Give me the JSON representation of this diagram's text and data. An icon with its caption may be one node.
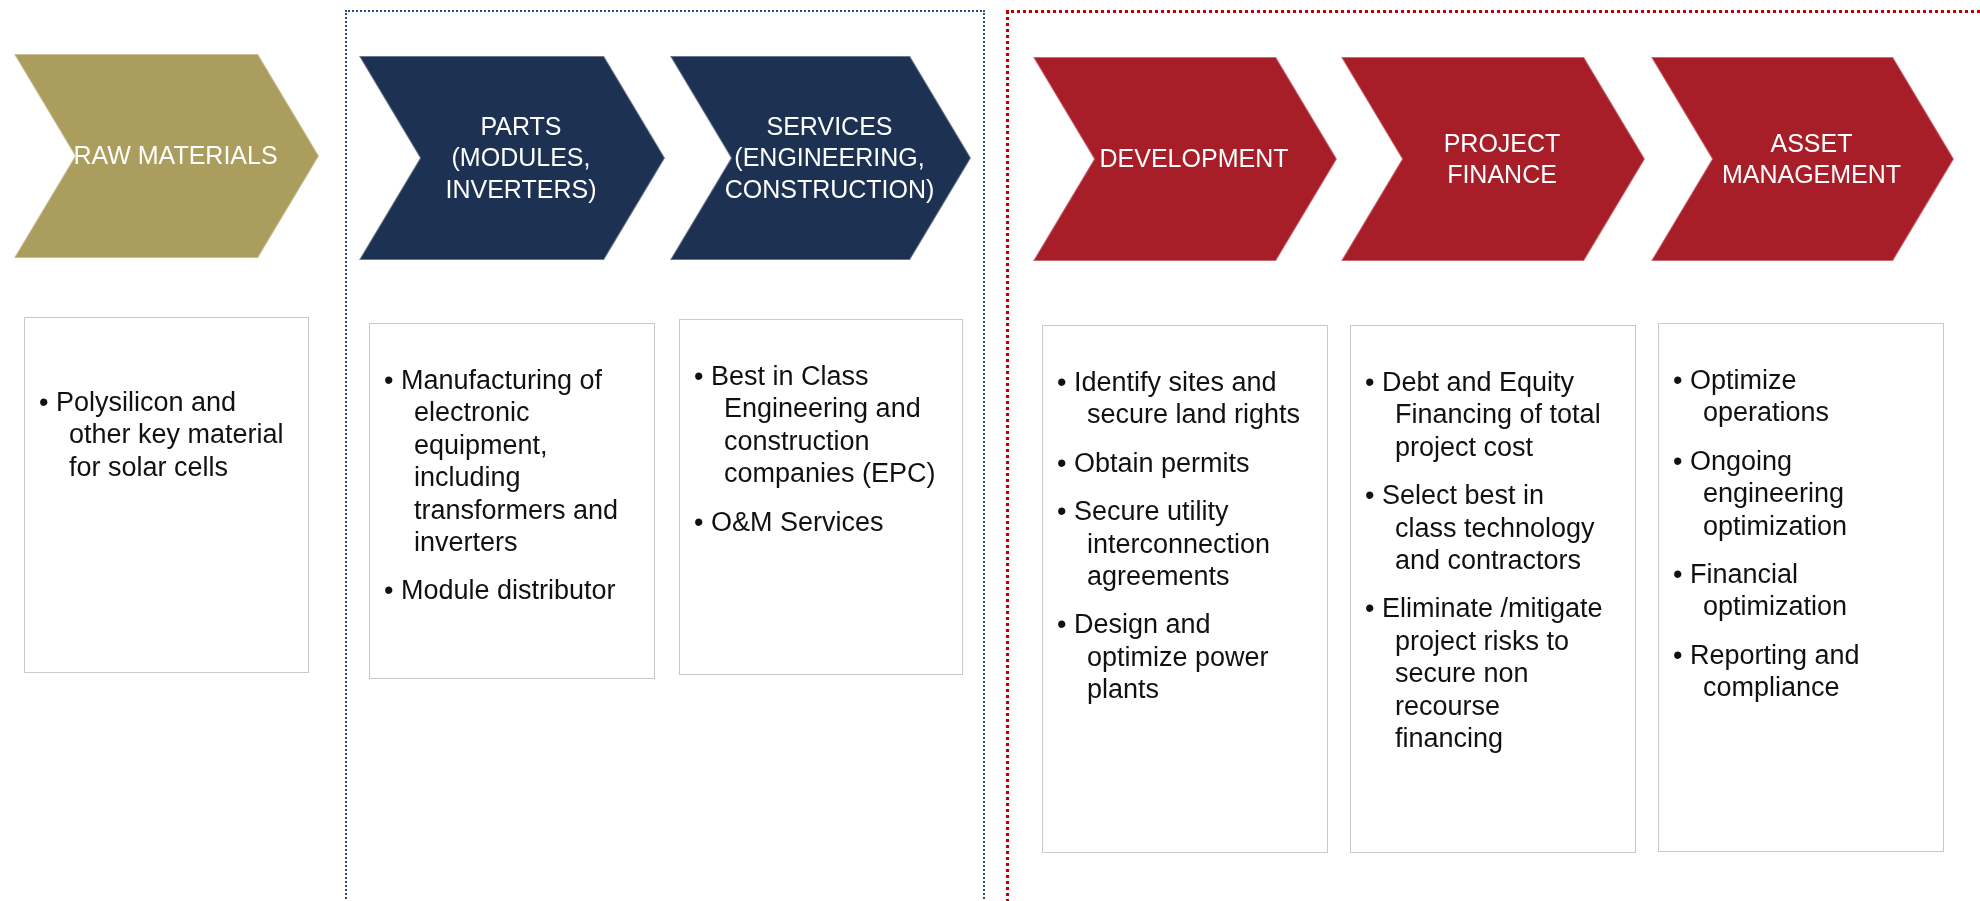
{
  "diagram": {
    "nodes": [
      {
        "text": [
          "RAW MATERIALS"
        ]
      },
      {
        "text": [
          "• Polysilicon and other key material for solar cells"
        ]
      },
      {
        "text": [],
        "shape": "box"
      },
      {
        "text": [
          "PARTS (MODULES, INVERTERS)"
        ],
        "in": 2
      },
      {
        "text": [
          "SERVICES (ENGINEERING, CONSTRUCTION)"
        ],
        "in": 2
      },
      {
        "text": [
          "• Manufacturing of electronic equipment, including transformers and inverters",
          "• Module distributor"
        ],
        "in": 2
      },
      {
        "text": [
          "• Best in Class Engineering and construction companies (EPC)",
          "• O&M Services"
        ],
        "in": 2
      },
      {
        "text": [],
        "shape": "box"
      },
      {
        "text": [
          "DEVELOPMENT"
        ],
        "in": 7
      },
      {
        "text": [
          "PROJECT FINANCE"
        ],
        "in": 7
      },
      {
        "text": [
          "ASSET MANAGEMENT"
        ],
        "in": 7
      },
      {
        "text": [
          "• Identify sites and secure land rights",
          "• Obtain permits",
          "• Secure utility interconnection agreements",
          "• Design and optimize power plants"
        ],
        "in": 7
      },
      {
        "text": [
          "• Debt and Equity Financing of total project cost",
          "• Select best in class technology and contractors",
          "• Eliminate /mitigate project risks to secure non recourse financing"
        ],
        "in": 7
      },
      {
        "text": [
          "• Optimize operations",
          "• Ongoing engineering optimization",
          "• Financial optimization",
          "• Reporting and compliance"
        ],
        "in": 7
      }
    ]
  }
}
